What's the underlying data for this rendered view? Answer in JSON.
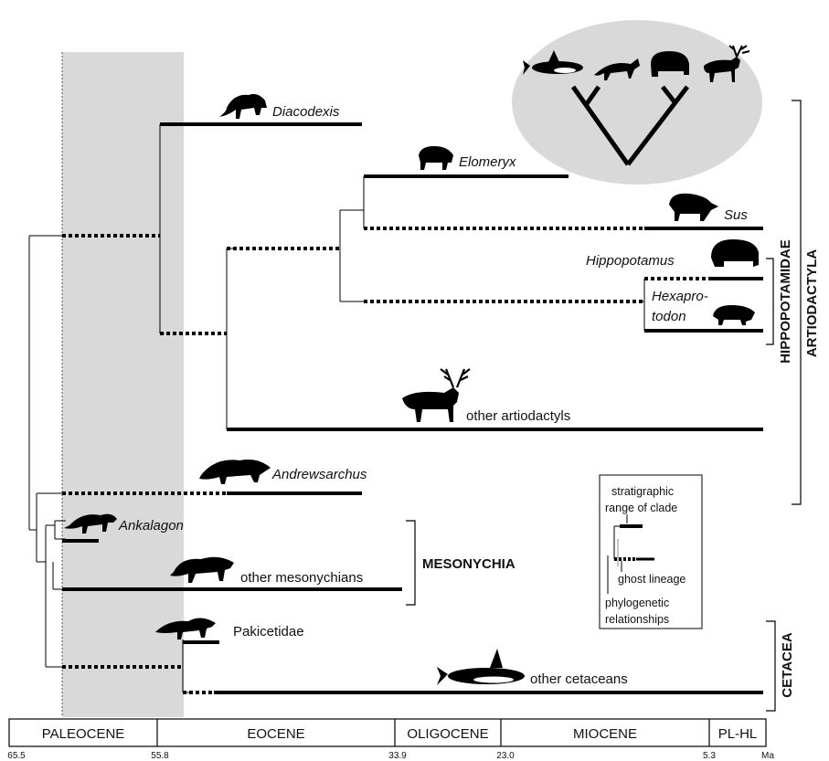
{
  "epochs": [
    "PALEOCENE",
    "EOCENE",
    "OLIGOCENE",
    "MIOCENE",
    "PL-HL"
  ],
  "ages": [
    "65.5",
    "55.8",
    "33.9",
    "23.0",
    "5.3"
  ],
  "age_unit": "Ma",
  "taxa": {
    "diacodexis": "Diacodexis",
    "elomeryx": "Elomeryx",
    "sus": "Sus",
    "hippopotamus": "Hippopotamus",
    "hexaprotodon_line1": "Hexapro-",
    "hexaprotodon_line2": "todon",
    "other_artiodactyls": "other artiodactyls",
    "andrewsarchus": "Andrewsarchus",
    "ankalagon": "Ankalagon",
    "other_mesonychians": "other mesonychians",
    "pakicetidae": "Pakicetidae",
    "other_cetaceans": "other cetaceans"
  },
  "clades": {
    "artiodactyla": "ARTIODACTYLA",
    "hippopotamidae": "HIPPOPOTAMIDAE",
    "mesonychia": "MESONYCHIA",
    "cetacea": "CETACEA"
  },
  "legend": {
    "line1": "stratigraphic",
    "line2": "range of clade",
    "line3": "ghost lineage",
    "line4": "phylogenetic",
    "line5": "relationships"
  },
  "silhouettes": [
    "orca",
    "mesonychid",
    "hippo",
    "caribou",
    "pig",
    "tapir-like",
    "pakicetid"
  ],
  "colors": {
    "shading": "#d9d9d9",
    "ink": "#000000"
  }
}
